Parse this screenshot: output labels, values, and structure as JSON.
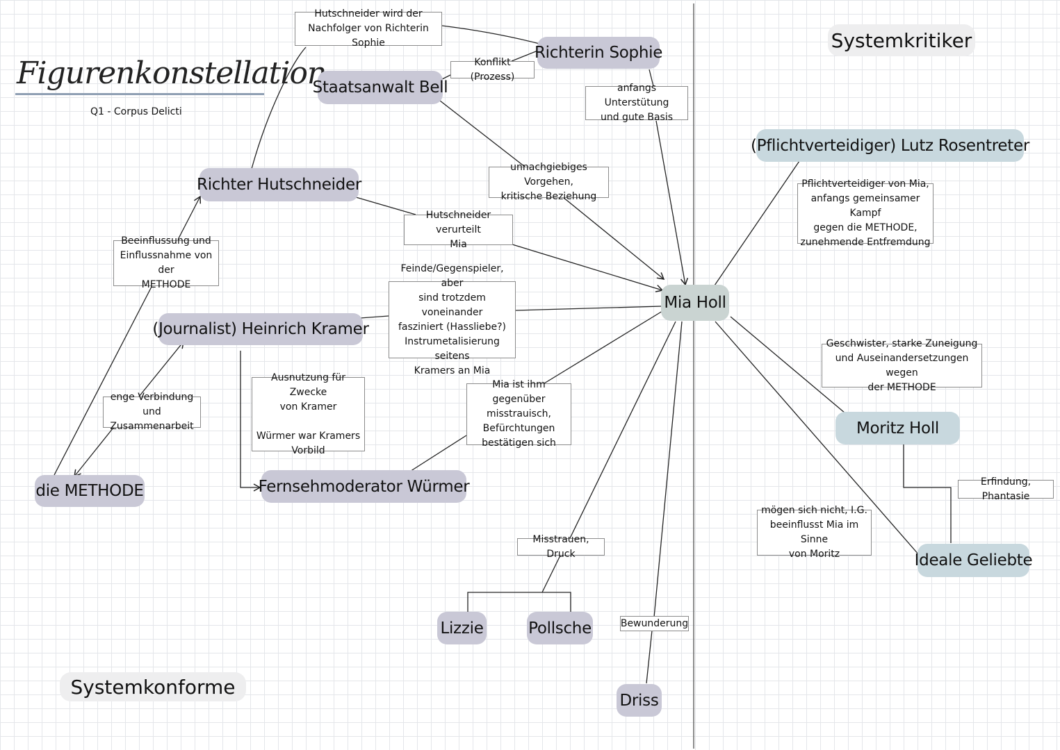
{
  "header": {
    "title": "Figurenkonstellation",
    "subtitle": "Q1 - Corpus Delicti"
  },
  "sections": {
    "left": "Systemkonforme",
    "right": "Systemkritiker"
  },
  "colors": {
    "conform_node": "#c9c8d6",
    "critic_node": "#c8d8de",
    "center_node": "#cad4d2",
    "grid": "#e4e6ea",
    "line": "#222222"
  },
  "nodes": {
    "sophie": "Richterin Sophie",
    "bell": "Staatsanwalt Bell",
    "hutschneider": "Richter Hutschneider",
    "kramer": "(Journalist) Heinrich Kramer",
    "methode": "die METHODE",
    "wuermer": "Fernsehmoderator Würmer",
    "mia": "Mia Holl",
    "lutz": "(Pflichtverteidiger) Lutz Rosentreter",
    "moritz": "Moritz Holl",
    "geliebte": "Ideale Geliebte",
    "lizzie": "Lizzie",
    "pollsche": "Pollsche",
    "driss": "Driss"
  },
  "labels": {
    "nachfolger": [
      "Hutschneider wird der",
      "Nachfolger von Richterin Sophie"
    ],
    "konflikt": [
      "Konflikt (Prozess)"
    ],
    "unterstuetzung": [
      "anfangs Unterstütung",
      "und gute Basis"
    ],
    "unnachgiebig": [
      "unnachgiebiges Vorgehen,",
      "kritische Beziehung"
    ],
    "verurteilt": [
      "Hutschneider verurteilt",
      "Mia"
    ],
    "beeinflussung": [
      "Beeinflussung und",
      "Einflussnahme von der",
      "METHODE"
    ],
    "feinde": [
      "Feinde/Gegenspieler, aber",
      "sind trotzdem voneinander",
      "fasziniert (Hassliebe?)",
      "Instrumetalisierung seitens",
      "Kramers an Mia"
    ],
    "verbindung": [
      "enge Verbindung und",
      "Zusammenarbeit"
    ],
    "ausnutzung": [
      "Ausnutzung für Zwecke",
      "von Kramer",
      "",
      "Würmer war Kramers",
      "Vorbild"
    ],
    "misstrauisch": [
      "Mia ist ihm gegenüber",
      "misstrauisch,",
      "Befürchtungen",
      "bestätigen sich"
    ],
    "misstrauen": [
      "Misstrauen, Druck"
    ],
    "bewunderung": [
      "Bewunderung"
    ],
    "pflicht": [
      "Pflichtverteidiger von Mia,",
      "anfangs gemeinsamer Kampf",
      "gegen die METHODE,",
      "zunehmende Entfremdung"
    ],
    "geschwister": [
      "Geschwister, starke Zuneigung",
      "und Auseinandersetzungen wegen",
      "der METHODE"
    ],
    "erfindung": [
      "Erfindung, Phantasie"
    ],
    "moegen": [
      "mögen sich nicht, I.G.",
      "beeinflusst Mia im Sinne",
      "von Moritz"
    ]
  }
}
